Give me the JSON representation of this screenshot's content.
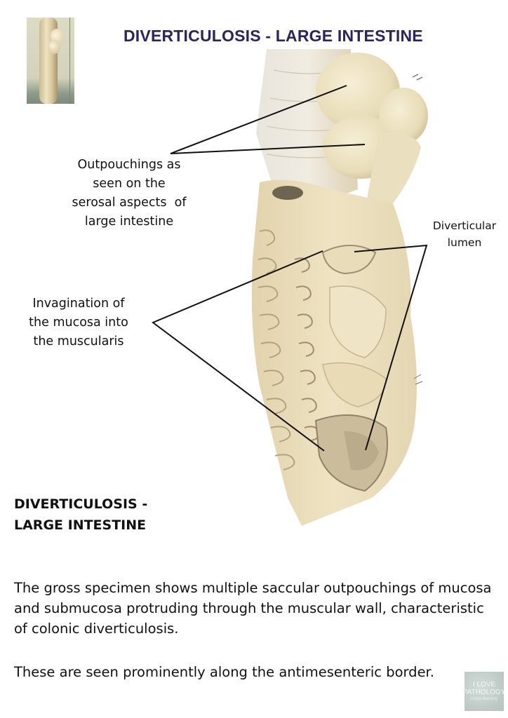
{
  "header": {
    "title": "DIVERTICULOSIS - LARGE INTESTINE"
  },
  "thumbnail": {
    "alt": "Gross specimen thumbnail of large intestine"
  },
  "specimen": {
    "alt": "Opened gross specimen of large intestine showing diverticula",
    "colors": {
      "serosa": "#efe5c8",
      "mucosa": "#e6d7b1",
      "shadow": "#a89a78",
      "fold": "#d8c6a0"
    }
  },
  "annotations": {
    "outpouchings": {
      "lines": [
        "Outpouchings as",
        "seen on the",
        "serosal aspects  of",
        "large intestine"
      ]
    },
    "invagination": {
      "lines": [
        "Invagination of",
        "the mucosa into",
        "the muscularis"
      ]
    },
    "diverticular_lumen": {
      "lines": [
        "Diverticular",
        "lumen"
      ]
    }
  },
  "section": {
    "heading_lines": [
      "DIVERTICULOSIS -",
      "LARGE INTESTINE"
    ],
    "paragraph1": "The gross specimen shows multiple saccular outpouchings of mucosa and submucosa protruding through the muscular wall, characteristic of colonic diverticulosis.",
    "paragraph2": "These are seen prominently along the antimesenteric border."
  },
  "watermark": {
    "line1": "I LOVE",
    "line2": "PATHOLOGY",
    "sub": "Enjoy learning"
  },
  "colors": {
    "title": "#2b2363",
    "text": "#111111",
    "background": "#ffffff"
  }
}
